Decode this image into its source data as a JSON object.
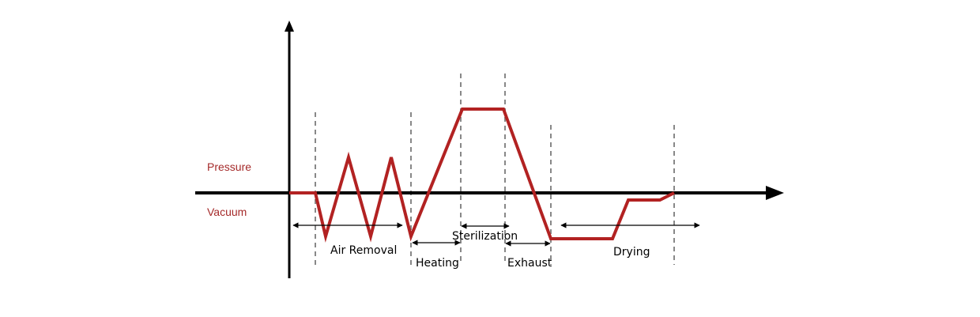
{
  "colors": {
    "curve": "#b22222",
    "axis": "#000000",
    "divider": "#888888",
    "axis_label": "#a52a2a"
  },
  "axis_labels": {
    "pressure": "Pressure",
    "vacuum": "Vacuum"
  },
  "phases": {
    "air_removal": "Air Removal",
    "heating": "Heating",
    "sterilization": "Sterilization",
    "exhaust": "Exhaust",
    "drying": "Drying"
  }
}
